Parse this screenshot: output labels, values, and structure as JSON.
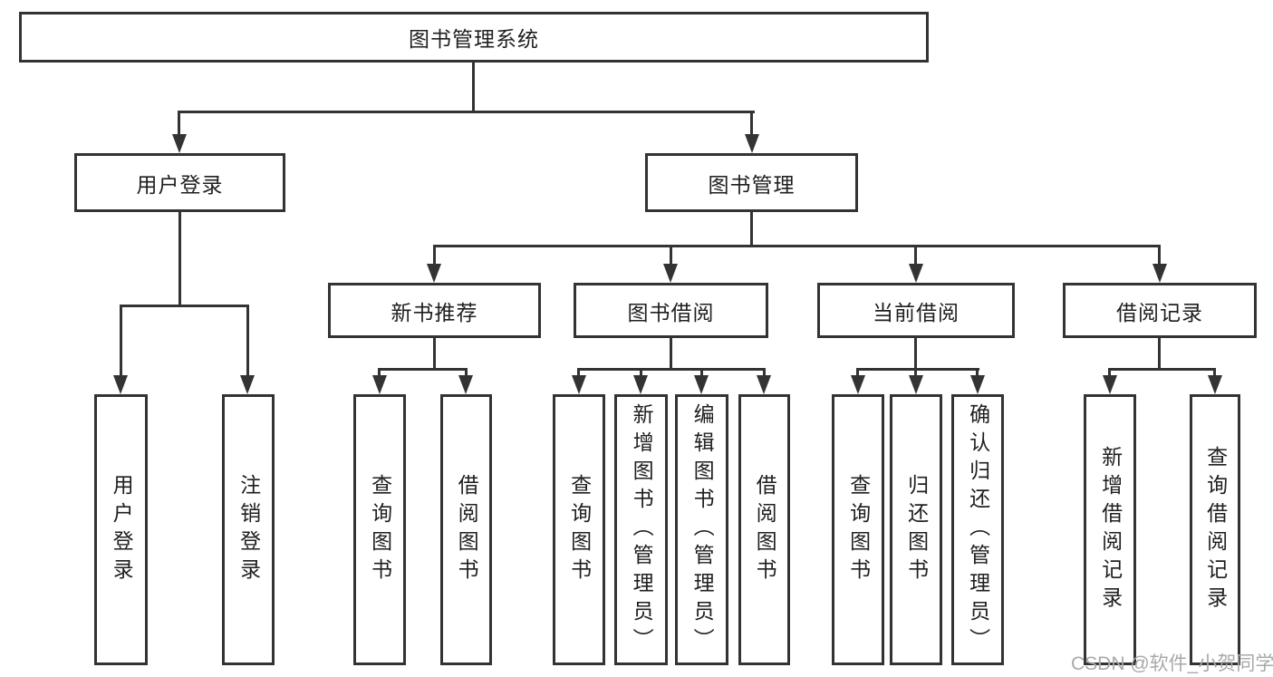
{
  "diagram": {
    "root": {
      "label": "图书管理系统"
    },
    "branches": [
      {
        "label": "用户登录",
        "children": [
          {
            "label": "用户登录"
          },
          {
            "label": "注销登录"
          }
        ]
      },
      {
        "label": "图书管理",
        "children": [
          {
            "label": "新书推荐",
            "children": [
              {
                "label": "查询图书"
              },
              {
                "label": "借阅图书"
              }
            ]
          },
          {
            "label": "图书借阅",
            "children": [
              {
                "label": "查询图书"
              },
              {
                "label": "新增图书（管理员）"
              },
              {
                "label": "编辑图书（管理员）"
              },
              {
                "label": "借阅图书"
              }
            ]
          },
          {
            "label": "当前借阅",
            "children": [
              {
                "label": "查询图书"
              },
              {
                "label": "归还图书"
              },
              {
                "label": "确认归还（管理员）"
              }
            ]
          },
          {
            "label": "借阅记录",
            "children": [
              {
                "label": "新增借阅记录"
              },
              {
                "label": "查询借阅记录"
              }
            ]
          }
        ]
      }
    ],
    "watermark": {
      "text": "CSDN @软件_小贺同学"
    },
    "colors": {
      "line": "#333333",
      "text": "#1f1f1f",
      "watermark": "#a9a9a9",
      "background": "#ffffff"
    }
  }
}
